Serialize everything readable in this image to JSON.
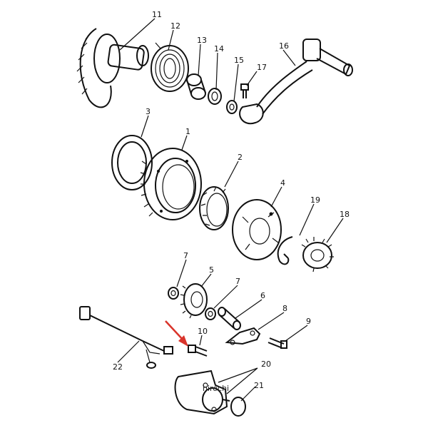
{
  "diagram": {
    "labels": [
      "1",
      "2",
      "3",
      "4",
      "5",
      "6",
      "7",
      "8",
      "9",
      "10",
      "11",
      "12",
      "13",
      "14",
      "15",
      "16",
      "17",
      "18",
      "19",
      "20",
      "21",
      "22"
    ],
    "extra_labels": {
      "7b": "7"
    },
    "watermark": "hirochi",
    "arrow_color": "#d9342b"
  }
}
